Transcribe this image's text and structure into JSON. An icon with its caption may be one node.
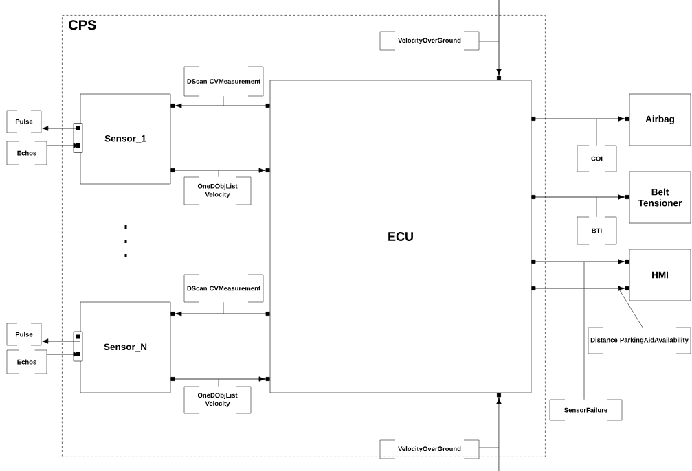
{
  "diagram": {
    "nodes": [
      {
        "text": [
          "CPS"
        ]
      },
      {
        "text": [
          "Sensor_1"
        ],
        "in": 0
      },
      {
        "text": [
          "Sensor_N"
        ],
        "in": 0
      },
      {
        "text": [
          "ECU"
        ],
        "in": 0
      },
      {
        "text": [
          "Airbag"
        ]
      },
      {
        "text": [
          "Belt Tensioner"
        ]
      },
      {
        "text": [
          "HMI"
        ]
      },
      {
        "text": [
          "Pulse"
        ]
      },
      {
        "text": [
          "Echos"
        ]
      },
      {
        "text": [
          "DScan CVMeasurement"
        ],
        "in": 0
      },
      {
        "text": [
          "OneDObjList Velocity"
        ],
        "in": 0
      },
      {
        "text": [
          "Pulse"
        ]
      },
      {
        "text": [
          "Echos"
        ]
      },
      {
        "text": [
          "DScan CVMeasurement"
        ],
        "in": 0
      },
      {
        "text": [
          "OneDObjList Velocity"
        ],
        "in": 0
      },
      {
        "text": [
          "VelocityOverGround"
        ],
        "in": 0
      },
      {
        "text": [
          "VelocityOverGround"
        ],
        "in": 0
      },
      {
        "text": [
          "COI"
        ]
      },
      {
        "text": [
          "BTI"
        ]
      },
      {
        "text": [
          "SensorFailure"
        ]
      },
      {
        "text": [
          "Distance ParkingAidAvailability"
        ]
      }
    ],
    "edges": [
      {
        "from": 1,
        "to": 7,
        "arrow": "to"
      },
      {
        "from": 8,
        "to": 1,
        "arrow": "to"
      },
      {
        "from": 3,
        "to": 1,
        "arrow": "to"
      },
      {
        "from": 1,
        "to": 3,
        "arrow": "to"
      },
      {
        "from": 2,
        "to": 11,
        "arrow": "to"
      },
      {
        "from": 12,
        "to": 2,
        "arrow": "to"
      },
      {
        "from": 3,
        "to": 2,
        "arrow": "to"
      },
      {
        "from": 2,
        "to": 3,
        "arrow": "to"
      },
      {
        "from": null,
        "to": 3,
        "arrow": "to"
      },
      {
        "from": null,
        "to": 3,
        "arrow": "to"
      },
      {
        "from": 3,
        "to": 4,
        "arrow": "to"
      },
      {
        "from": 3,
        "to": 5,
        "arrow": "to"
      },
      {
        "from": 3,
        "to": 6,
        "arrow": "to"
      },
      {
        "from": 3,
        "to": 6,
        "arrow": "to"
      },
      {
        "from": 9,
        "to": null,
        "arrow": "none"
      },
      {
        "from": 10,
        "to": null,
        "arrow": "none"
      },
      {
        "from": 13,
        "to": null,
        "arrow": "none"
      },
      {
        "from": 14,
        "to": null,
        "arrow": "none"
      },
      {
        "from": 15,
        "to": null,
        "arrow": "none"
      },
      {
        "from": 16,
        "to": null,
        "arrow": "none"
      },
      {
        "from": 17,
        "to": null,
        "arrow": "none"
      },
      {
        "from": 18,
        "to": null,
        "arrow": "none"
      },
      {
        "from": 19,
        "to": null,
        "arrow": "none"
      },
      {
        "from": 20,
        "to": null,
        "arrow": "none"
      }
    ]
  }
}
